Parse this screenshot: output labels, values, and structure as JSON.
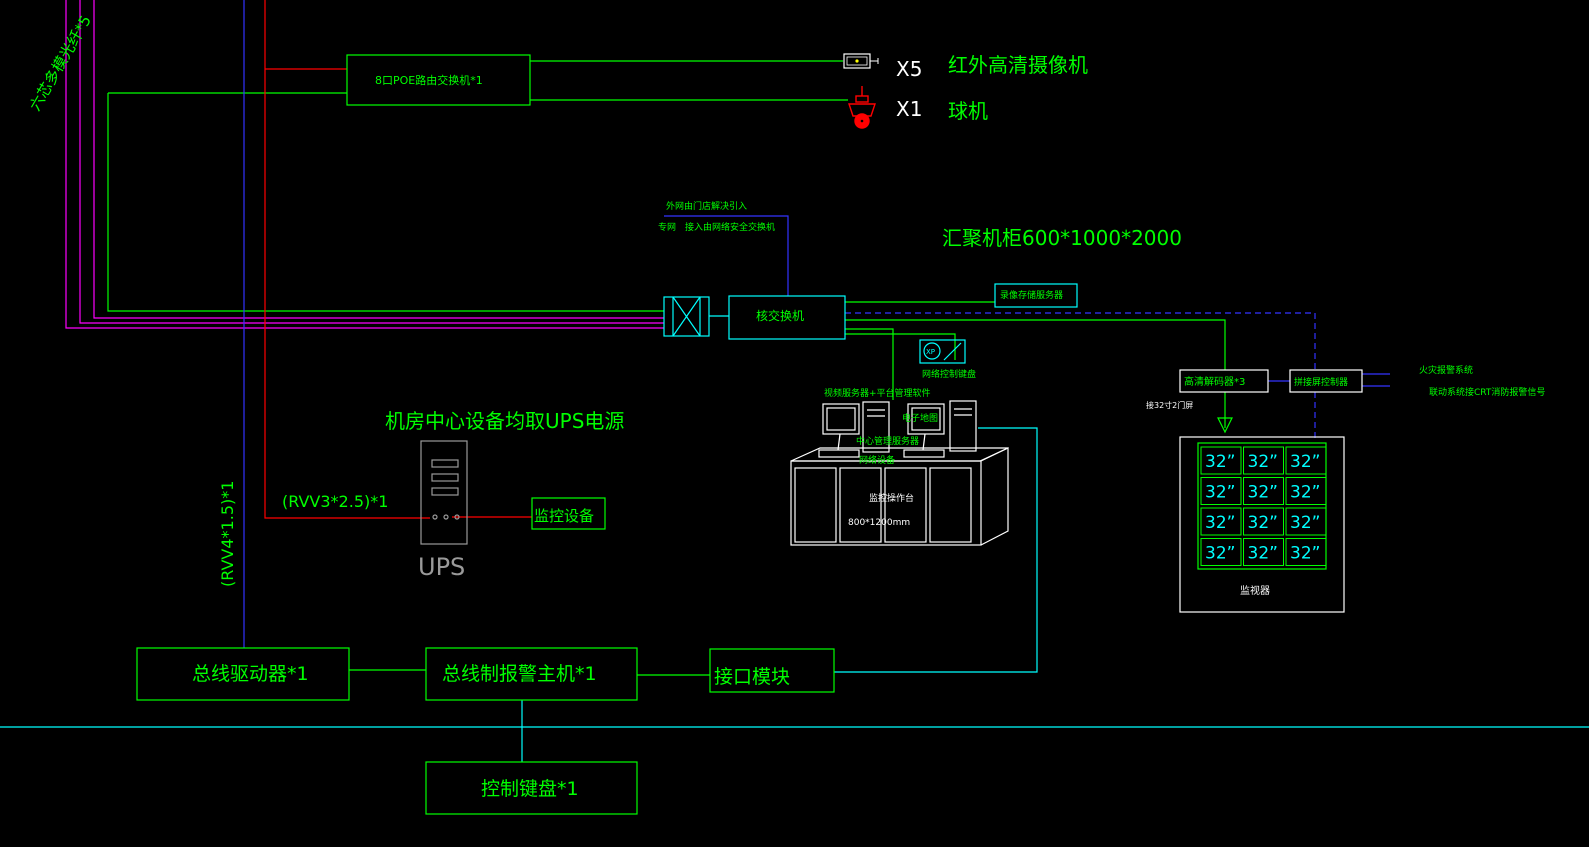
{
  "colors": {
    "background": "#000000",
    "green": "#00ff00",
    "cyan": "#00ffff",
    "blue": "#3333ff",
    "red": "#ff0000",
    "magenta": "#ff00ff",
    "white": "#ffffff",
    "grey": "#9a9a9a"
  },
  "fiber_label": "六芯多模光纤*5",
  "poe_switch_label": "8口POE路由交换机*1",
  "cameras": {
    "ir_qty": "X5",
    "ir_label": "红外高清摄像机",
    "dome_qty": "X1",
    "dome_label": "球机"
  },
  "external_note_1": "外网由门店解决引入",
  "external_note_2": "专网　接入由网络安全交换机",
  "cabinet_label": "汇聚机柜600*1000*2000",
  "core_switch_label": "核交换机",
  "storage_label": "录像存储服务器",
  "network_keyboard_label": "网络控制键盘",
  "ups_note": "机房中心设备均取UPS电源",
  "ups_label": "UPS",
  "cable_rvv3": "(RVV3*2.5)*1",
  "cable_rvv4": "(RVV4*1.5)*1",
  "monitor_device_label": "监控设备",
  "console": {
    "server_label": "视频服务器+平台管理软件",
    "center_server_label": "中心管理服务器",
    "network_device_label": "网络设备",
    "ereport_label": "电子地图",
    "desk_label": "监控操作台",
    "desk_size": "800*1200mm"
  },
  "decoder_label": "高清解码器*3",
  "decoder_note": "接32寸2门屏",
  "display_control_label": "拼接屏控制器",
  "fire_note_1": "火灾报警系统",
  "fire_note_2": "联动系统接CRT消防报警信号",
  "video_wall": {
    "screens": [
      "32”",
      "32”",
      "32”",
      "32”",
      "32”",
      "32”",
      "32”",
      "32”",
      "32”",
      "32”",
      "32”",
      "32”"
    ],
    "label": "监视器"
  },
  "bus_driver_label": "总线驱动器*1",
  "alarm_host_label": "总线制报警主机*1",
  "interface_module_label": "接口模块",
  "control_keyboard_label": "控制键盘*1"
}
